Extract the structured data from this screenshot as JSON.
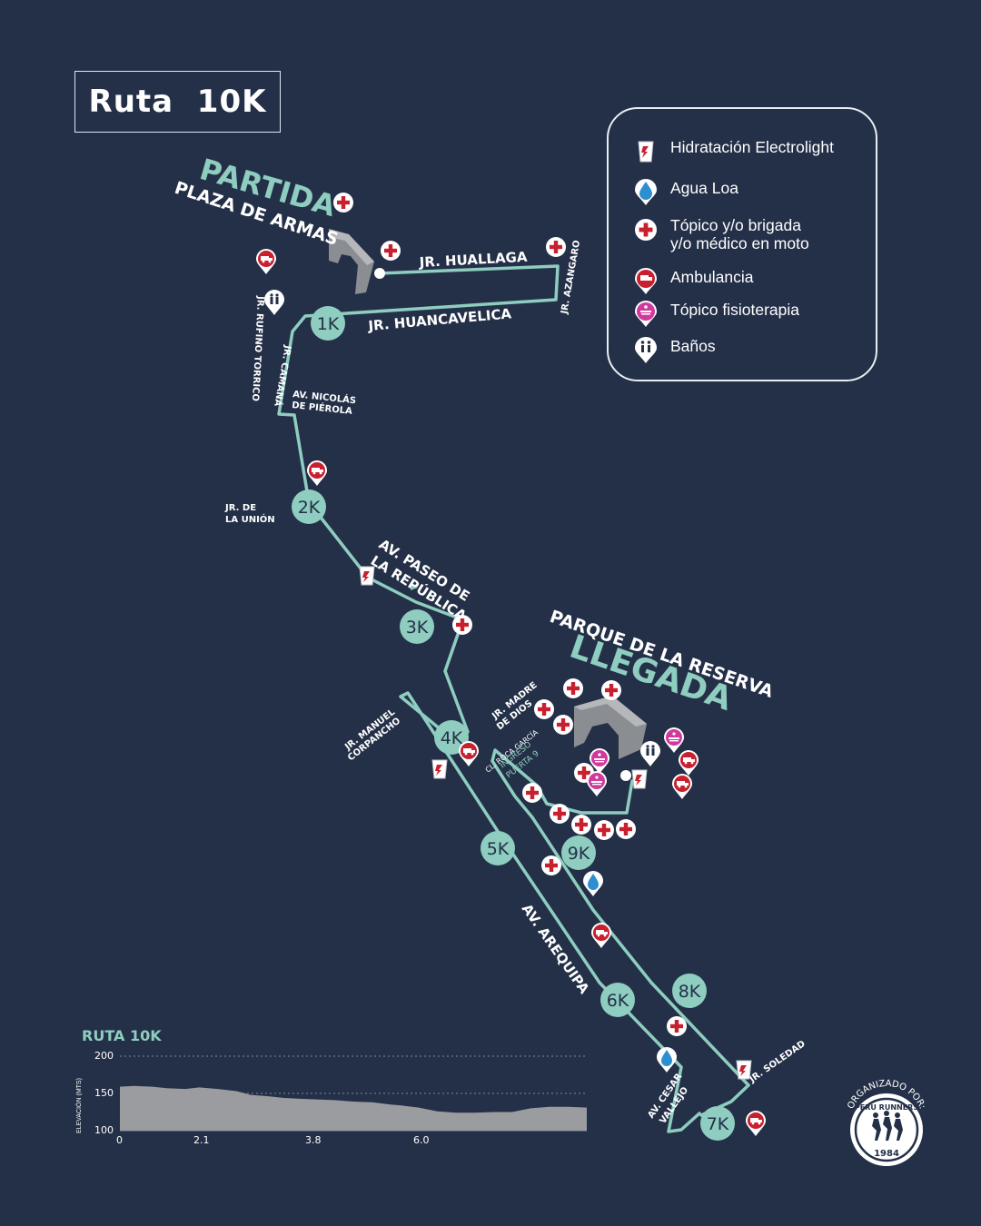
{
  "title": "Ruta  10K",
  "legend": {
    "items": [
      {
        "icon": "electrolight-cup-icon",
        "label_lines": [
          "Hidratación Electrolight"
        ]
      },
      {
        "icon": "water-drop-icon",
        "label_lines": [
          "Agua Loa"
        ]
      },
      {
        "icon": "first-aid-cross-icon",
        "label_lines": [
          "Tópico y/o brigada",
          "y/o médico en moto"
        ]
      },
      {
        "icon": "ambulance-icon",
        "label_lines": [
          "Ambulancia"
        ]
      },
      {
        "icon": "physio-icon",
        "label_lines": [
          "Tópico fisioterapia"
        ]
      },
      {
        "icon": "restroom-icon",
        "label_lines": [
          "Baños"
        ]
      }
    ]
  },
  "start": {
    "title": "PARTIDA",
    "place": "PLAZA DE ARMAS"
  },
  "finish": {
    "title": "LLEGADA",
    "place": "PARQUE DE LA RESERVA"
  },
  "streets": {
    "huallaga": "JR. HUALLAGA",
    "azangaro": "JR. AZANGARO",
    "huancavelica": "JR. HUANCAVELICA",
    "rufino": "JR. RUFINO TORRICO",
    "camana": "JR. CAMANÁ",
    "pierola_1": "AV. NICOLÁS",
    "pierola_2": "DE PIÉROLA",
    "union_1": "JR. DE",
    "union_2": "LA UNIÓN",
    "paseo_1": "AV. PASEO DE",
    "paseo_2": "LA REPÚBLICA",
    "corpancho_1": "JR. MANUEL",
    "corpancho_2": "CORPANCHO",
    "madre_1": "JR. MADRE",
    "madre_2": "DE DIOS",
    "roca": "CL. ROCA GARCÍA",
    "ingreso_1": "INGRESO",
    "ingreso_2": "PUERTA 9",
    "arequipa": "AV. AREQUIPA",
    "vallejo_1": "AV. CESAR",
    "vallejo_2": "VALLEJO",
    "soledad": "JR. SOLEDAD"
  },
  "km_markers": [
    "1K",
    "2K",
    "3K",
    "4K",
    "5K",
    "6K",
    "7K",
    "8K",
    "9K"
  ],
  "elevation": {
    "title": "RUTA 10K",
    "ylabel": "ELEVACIÓN (MTS)",
    "yticks": [
      "200",
      "150",
      "100"
    ],
    "xticks": [
      "0",
      "2.1",
      "3.8",
      "6.0"
    ]
  },
  "chart_data": {
    "type": "area",
    "title": "RUTA 10K",
    "ylabel": "ELEVACIÓN (MTS)",
    "ylim": [
      100,
      200
    ],
    "x": [
      0,
      0.3,
      0.7,
      1.0,
      1.4,
      1.7,
      2.1,
      2.5,
      2.8,
      3.2,
      3.5,
      3.8,
      4.2,
      4.6,
      5.0,
      5.4,
      5.8,
      6.0,
      6.4,
      6.8,
      7.2,
      7.6,
      8.0,
      8.4,
      8.8,
      9.2,
      9.6,
      10.0
    ],
    "values": [
      159,
      160,
      159,
      157,
      156,
      158,
      156,
      153,
      148,
      146,
      144,
      143,
      142,
      141,
      139,
      138,
      135,
      134,
      131,
      126,
      124,
      124,
      125,
      125,
      130,
      132,
      132,
      131
    ],
    "colors": {
      "fill": "#9a9ca0",
      "background": "#243048"
    }
  },
  "organizer": {
    "top_text": "ORGANIZADO POR:",
    "brand": "PERU RUNNERS",
    "year": "1984"
  },
  "colors": {
    "background": "#243048",
    "route": "#8ecdbf",
    "cross": "#c8202f",
    "physio": "#d03a9e",
    "water": "#2d8fd0"
  }
}
